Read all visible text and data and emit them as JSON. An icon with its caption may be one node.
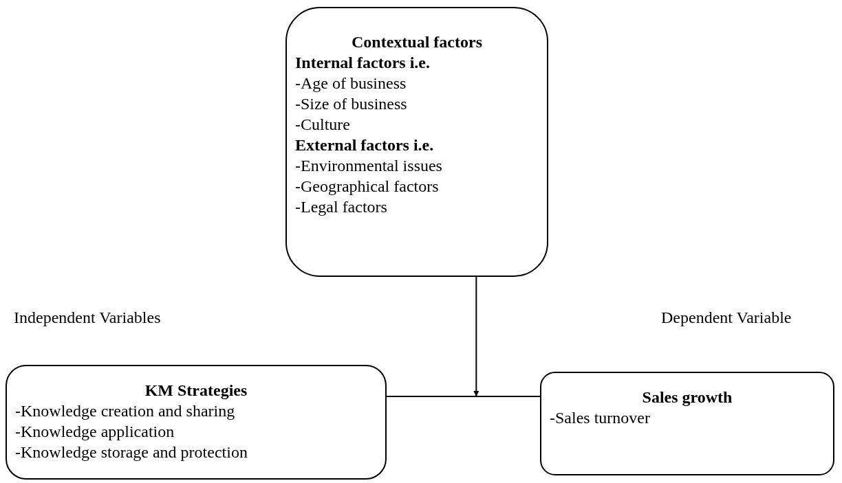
{
  "diagram": {
    "nodes": [
      {
        "text": [
          "Contextual factors",
          "**Internal factors i.e.**",
          "-Age of business",
          "-Size of business",
          "-Culture",
          "**External factors i.e.**",
          "-Environmental issues",
          "-Geographical factors",
          "-Legal factors"
        ]
      },
      {
        "text": [
          "KM Strategies",
          "-Knowledge creation and sharing",
          "-Knowledge application",
          "-Knowledge storage and protection"
        ]
      },
      {
        "text": [
          "Sales growth",
          "-Sales turnover"
        ]
      }
    ],
    "edges": [
      {
        "from": 1,
        "to": 2,
        "arrow": "none"
      },
      {
        "from": 0,
        "to": null,
        "arrow": "to"
      }
    ],
    "labels": [
      "Independent Variables",
      "Dependent Variable"
    ]
  }
}
